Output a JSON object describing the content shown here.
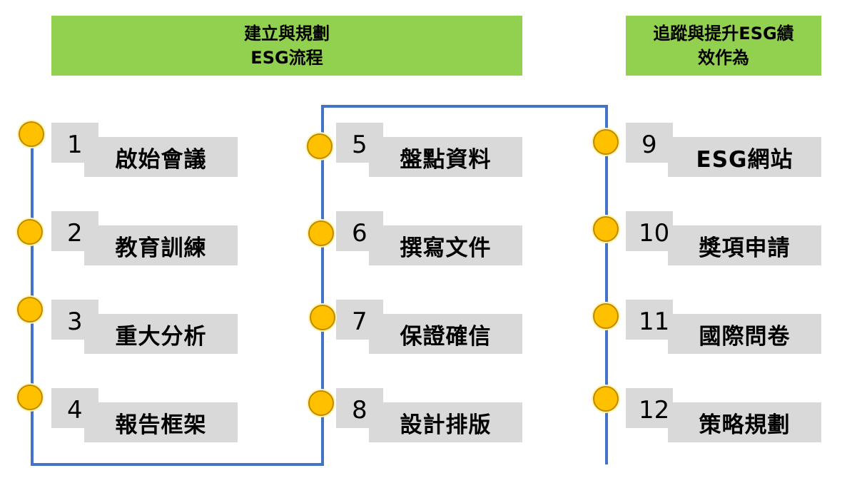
{
  "headers": {
    "left": {
      "line1": "建立與規劃",
      "line2": "ESG流程"
    },
    "right": {
      "line1": "追蹤與提升ESG績",
      "line2": "效作為"
    }
  },
  "columns": [
    {
      "steps": [
        {
          "number": "1",
          "label": "啟始會議"
        },
        {
          "number": "2",
          "label": "教育訓練"
        },
        {
          "number": "3",
          "label": "重大分析"
        },
        {
          "number": "4",
          "label": "報告框架"
        }
      ]
    },
    {
      "steps": [
        {
          "number": "5",
          "label": "盤點資料"
        },
        {
          "number": "6",
          "label": "撰寫文件"
        },
        {
          "number": "7",
          "label": "保證確信"
        },
        {
          "number": "8",
          "label": "設計排版"
        }
      ]
    },
    {
      "steps": [
        {
          "number": "9",
          "label": "ESG網站"
        },
        {
          "number": "10",
          "label": "獎項申請"
        },
        {
          "number": "11",
          "label": "國際問卷"
        },
        {
          "number": "12",
          "label": "策略規劃"
        }
      ]
    }
  ],
  "colors": {
    "header_bg": "#92d050",
    "box_bg": "#d9d9d9",
    "dot": "#ffc000",
    "connector": "#4472c4"
  }
}
